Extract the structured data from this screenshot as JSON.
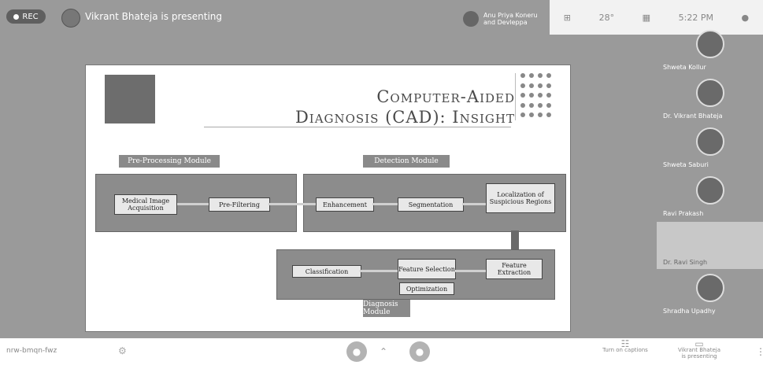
{
  "topbar": {
    "rec_label": "REC",
    "presenting_text": "Vikrant Bhateja is presenting",
    "sharer_line1": "Anu Priya Koneru",
    "sharer_line2": "and Devleppa"
  },
  "system_tray": {
    "time": "5:22 PM",
    "items": [
      "⊞",
      "28°",
      "▦"
    ]
  },
  "slide": {
    "title_line1": "Computer-Aided",
    "title_line2": "Diagnosis (CAD): Insight",
    "preprocessing_label": "Pre-Processing Module",
    "detection_label": "Detection Module",
    "diagnosis_label": "Diagnosis Module",
    "nodes": {
      "acquisition": "Medical Image Acquisition",
      "prefiltering": "Pre-Filtering",
      "enhancement": "Enhancement",
      "segmentation": "Segmentation",
      "localization": "Localization of Suspicious Regions",
      "feature_extraction": "Feature Extraction",
      "feature_selection": "Feature Selection",
      "optimization": "Optimization",
      "classification": "Classification"
    }
  },
  "participants": [
    {
      "name": "Shweta Kollur"
    },
    {
      "name": "Dr. Vikrant Bhateja"
    },
    {
      "name": "Shweta Saburi"
    },
    {
      "name": "Ravi Prakash"
    },
    {
      "name": "Dr. Ravi Singh"
    },
    {
      "name": "Shradha Upadhy"
    }
  ],
  "bottombar": {
    "meeting_code": "nrw-bmqn-fwz",
    "turn_on_captions": "Turn on captions",
    "presenter_line1": "Vikrant Bhateja",
    "presenter_line2": "is presenting"
  },
  "colors": {
    "stage": "#9a9a9a",
    "panel": "#8c8c8c",
    "node": "#e8e8e8"
  }
}
